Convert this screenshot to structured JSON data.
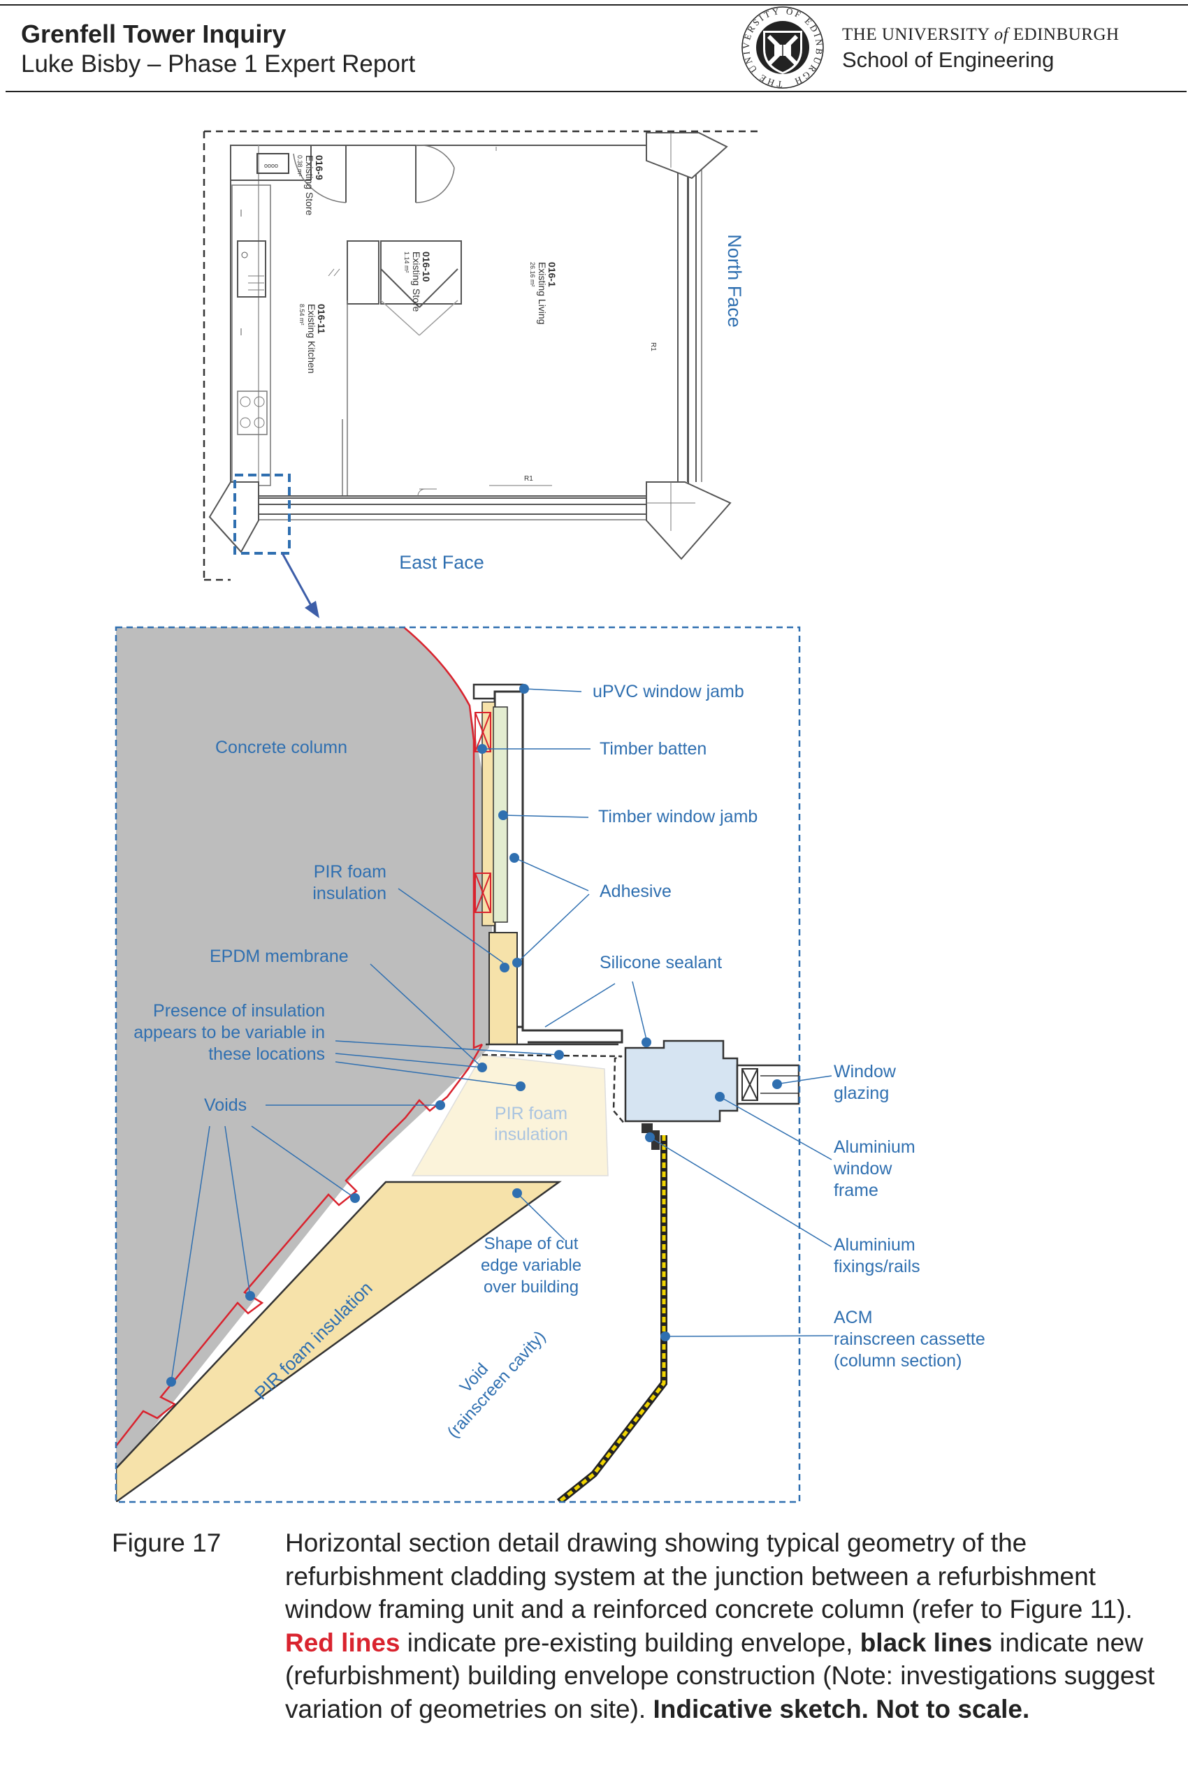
{
  "header": {
    "title": "Grenfell Tower Inquiry",
    "subtitle": "Luke Bisby – Phase 1 Expert Report",
    "university_upper": "THE UNIVERSITY",
    "university_of": "of",
    "university_city": "EDINBURGH",
    "school": "School of Engineering",
    "crest_ring_text": "THE UNIVERSITY OF EDINBURGH"
  },
  "plan": {
    "rooms": [
      {
        "code": "016-9",
        "name": "Existing Store",
        "area": "0.38 m²"
      },
      {
        "code": "016-10",
        "name": "Existing Store",
        "area": "1.14 m²"
      },
      {
        "code": "016-11",
        "name": "Existing Kitchen",
        "area": "8.54 m²"
      },
      {
        "code": "016-1",
        "name": "Existing Living",
        "area": "26.16 m²"
      }
    ],
    "marks": [
      "R1",
      "R1"
    ],
    "north_face": "North Face",
    "east_face": "East Face"
  },
  "detail": {
    "labels": {
      "upvc_window_jamb": "uPVC window jamb",
      "concrete_column": "Concrete column",
      "timber_batten": "Timber batten",
      "timber_window_jamb": "Timber window jamb",
      "pir_foam_1": [
        "PIR foam",
        "insulation"
      ],
      "adhesive": "Adhesive",
      "epdm_membrane": "EPDM membrane",
      "silicone_sealant": "Silicone sealant",
      "presence_variable": [
        "Presence of insulation",
        "appears to be variable in",
        "these locations"
      ],
      "window_glazing": [
        "Window",
        "glazing"
      ],
      "voids": "Voids",
      "pir_foam_inner": [
        "PIR foam",
        "insulation"
      ],
      "aluminium_window_frame": [
        "Aluminium",
        "window",
        "frame"
      ],
      "aluminium_fixings": [
        "Aluminium",
        "fixings/rails"
      ],
      "shape_cut_edge": [
        "Shape of cut",
        "edge variable",
        "over building"
      ],
      "acm_cassette": [
        "ACM",
        "rainscreen cassette",
        "(column section)"
      ],
      "pir_foam_diag": "PIR foam insulation",
      "void_cavity": [
        "Void",
        "(rainscreen cavity)"
      ]
    },
    "colors": {
      "label_blue": "#2f6fb0",
      "pre_existing_red": "#d9232e",
      "concrete_grey": "#bdbdbd",
      "pir_yellow": "#f6e2aa",
      "frame_blue": "#d6e4f2"
    }
  },
  "caption": {
    "figure_number": "Figure 17",
    "text_1": "Horizontal section detail drawing showing typical geometry of the refurbishment cladding system at the junction between a refurbishment window framing unit and a reinforced concrete column (refer to Figure 11). ",
    "red_lines": "Red lines",
    "text_2": " indicate pre-existing building envelope, ",
    "black_lines": "black lines",
    "text_3": " indicate new (refurbishment) building envelope construction (Note: investigations suggest variation of geometries on site). ",
    "text_4": "Indicative sketch. Not to scale."
  }
}
